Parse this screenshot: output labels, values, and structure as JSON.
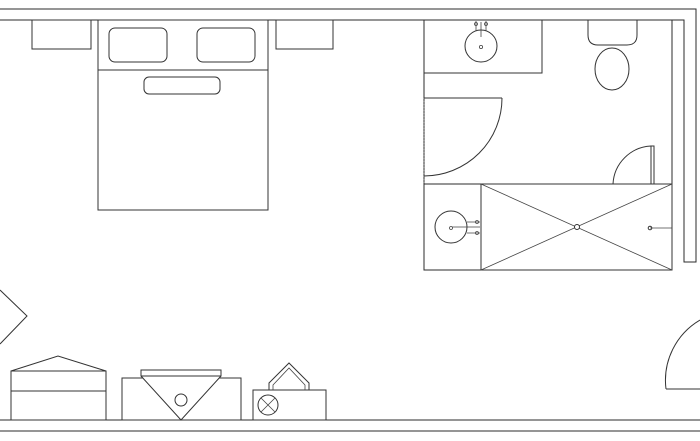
{
  "plan": {
    "type": "hotel room floor plan",
    "colors": {
      "background": "#ffffff",
      "line": "#333333"
    },
    "fixtures": [
      "double-bed",
      "pillow",
      "pillow",
      "bolster-pillow",
      "nightstand",
      "nightstand",
      "bathroom-sink",
      "toilet",
      "shower-tray",
      "shower-drain",
      "shower-sink",
      "swing-door",
      "swing-door",
      "swing-door",
      "luggage-rack",
      "tv-console",
      "luggage-bag",
      "armchair"
    ]
  }
}
